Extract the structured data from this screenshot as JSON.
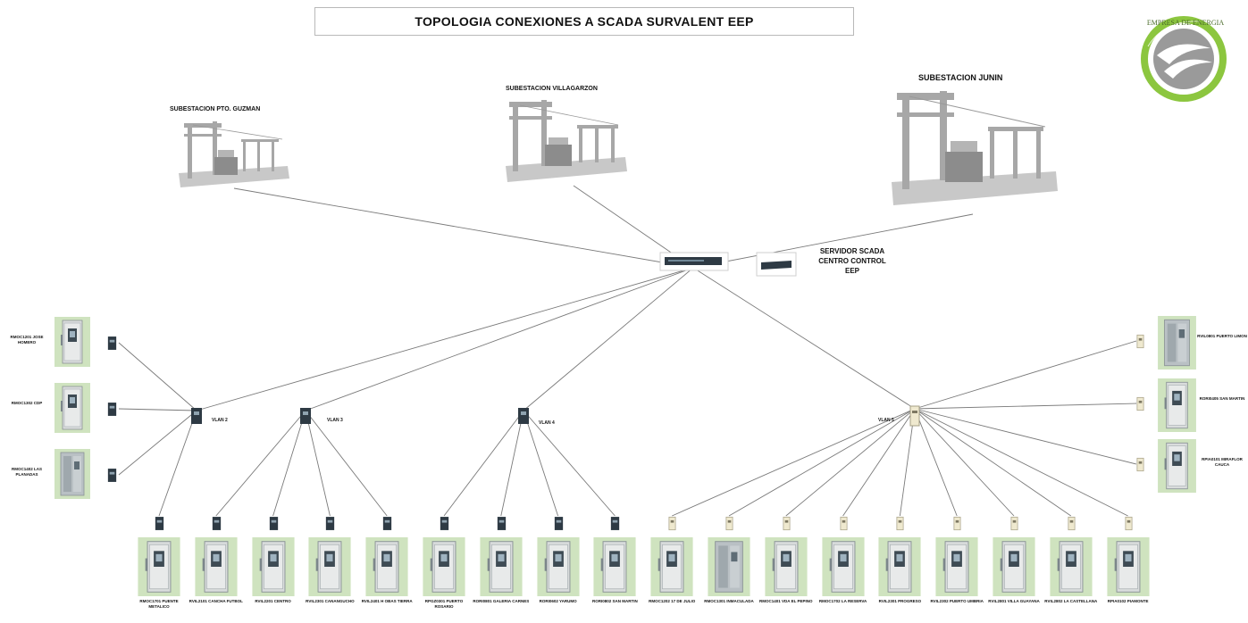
{
  "title": "TOPOLOGIA CONEXIONES A  SCADA SURVALENT EEP",
  "logo": {
    "text": "EMPRESA DE ENERGIA",
    "colors": {
      "ring": "#8cc63f",
      "core": "#9a9a9a"
    }
  },
  "substations": [
    {
      "label": "SUBESTACION PTO. GUZMAN"
    },
    {
      "label": "SUBESTACION VILLAGARZON"
    },
    {
      "label": "SUBESTACION JUNIN"
    }
  ],
  "server": {
    "label_lines": [
      "SERVIDOR SCADA",
      "CENTRO CONTROL",
      "EEP"
    ]
  },
  "vlans": [
    {
      "label": "VLAN 2"
    },
    {
      "label": "VLAN 3"
    },
    {
      "label": "VLAN 4"
    },
    {
      "label": "VLAN 5"
    }
  ],
  "left_cabinets": [
    {
      "label": "RMOC1201 JOSE HOMERO"
    },
    {
      "label": "RMOC1302 CDP"
    },
    {
      "label": "RMOC1402 LAS PLANADAS"
    }
  ],
  "right_cabinets": [
    {
      "label": "RVIL0801 PUERTO LIMON"
    },
    {
      "label": "RORI0405 SAN MARTIN"
    },
    {
      "label": "RPIA0101 MIRAFLOR CAUCA"
    }
  ],
  "bottom_cabinets": [
    {
      "label": "RMOC1701 PUENTE METALICO"
    },
    {
      "label": "RVIL2101 CANCHA FUTBOL"
    },
    {
      "label": "RVIL2201 CENTRO"
    },
    {
      "label": "RVIL2301 CANANGUCHO"
    },
    {
      "label": "RVIL2401 H OBAS TIERRA"
    },
    {
      "label": "RPGZ0301 PUERTO ROSARIO"
    },
    {
      "label": "RORI0801 GALERIA CARNES"
    },
    {
      "label": "RORI0602 YARUMO"
    },
    {
      "label": "RORI0802 SAN MARTIN"
    },
    {
      "label": "RMOC1202 17 DE JULIO"
    },
    {
      "label": "RMOC1301 INMACULADA"
    },
    {
      "label": "RMOC1401 VDA EL PEPINO"
    },
    {
      "label": "RMOC1702 LA RESERVA"
    },
    {
      "label": "RVIL2301 PROGRESO"
    },
    {
      "label": "RVIL2302 PUERTO UMBRIA"
    },
    {
      "label": "RVIL2801 VILLA GUAYANA"
    },
    {
      "label": "RVIL2802 LA CASTELLANA"
    },
    {
      "label": "RPIA0102 PIAMONTE"
    }
  ],
  "colors": {
    "line": "#7a7a7a",
    "cabinet_bg": "#cfe3bf",
    "cabinet_body": "#d9dcdc",
    "switch_dark": "#2e3a44",
    "switch_light": "#efe9cf",
    "steel": "#a7a7a7"
  }
}
